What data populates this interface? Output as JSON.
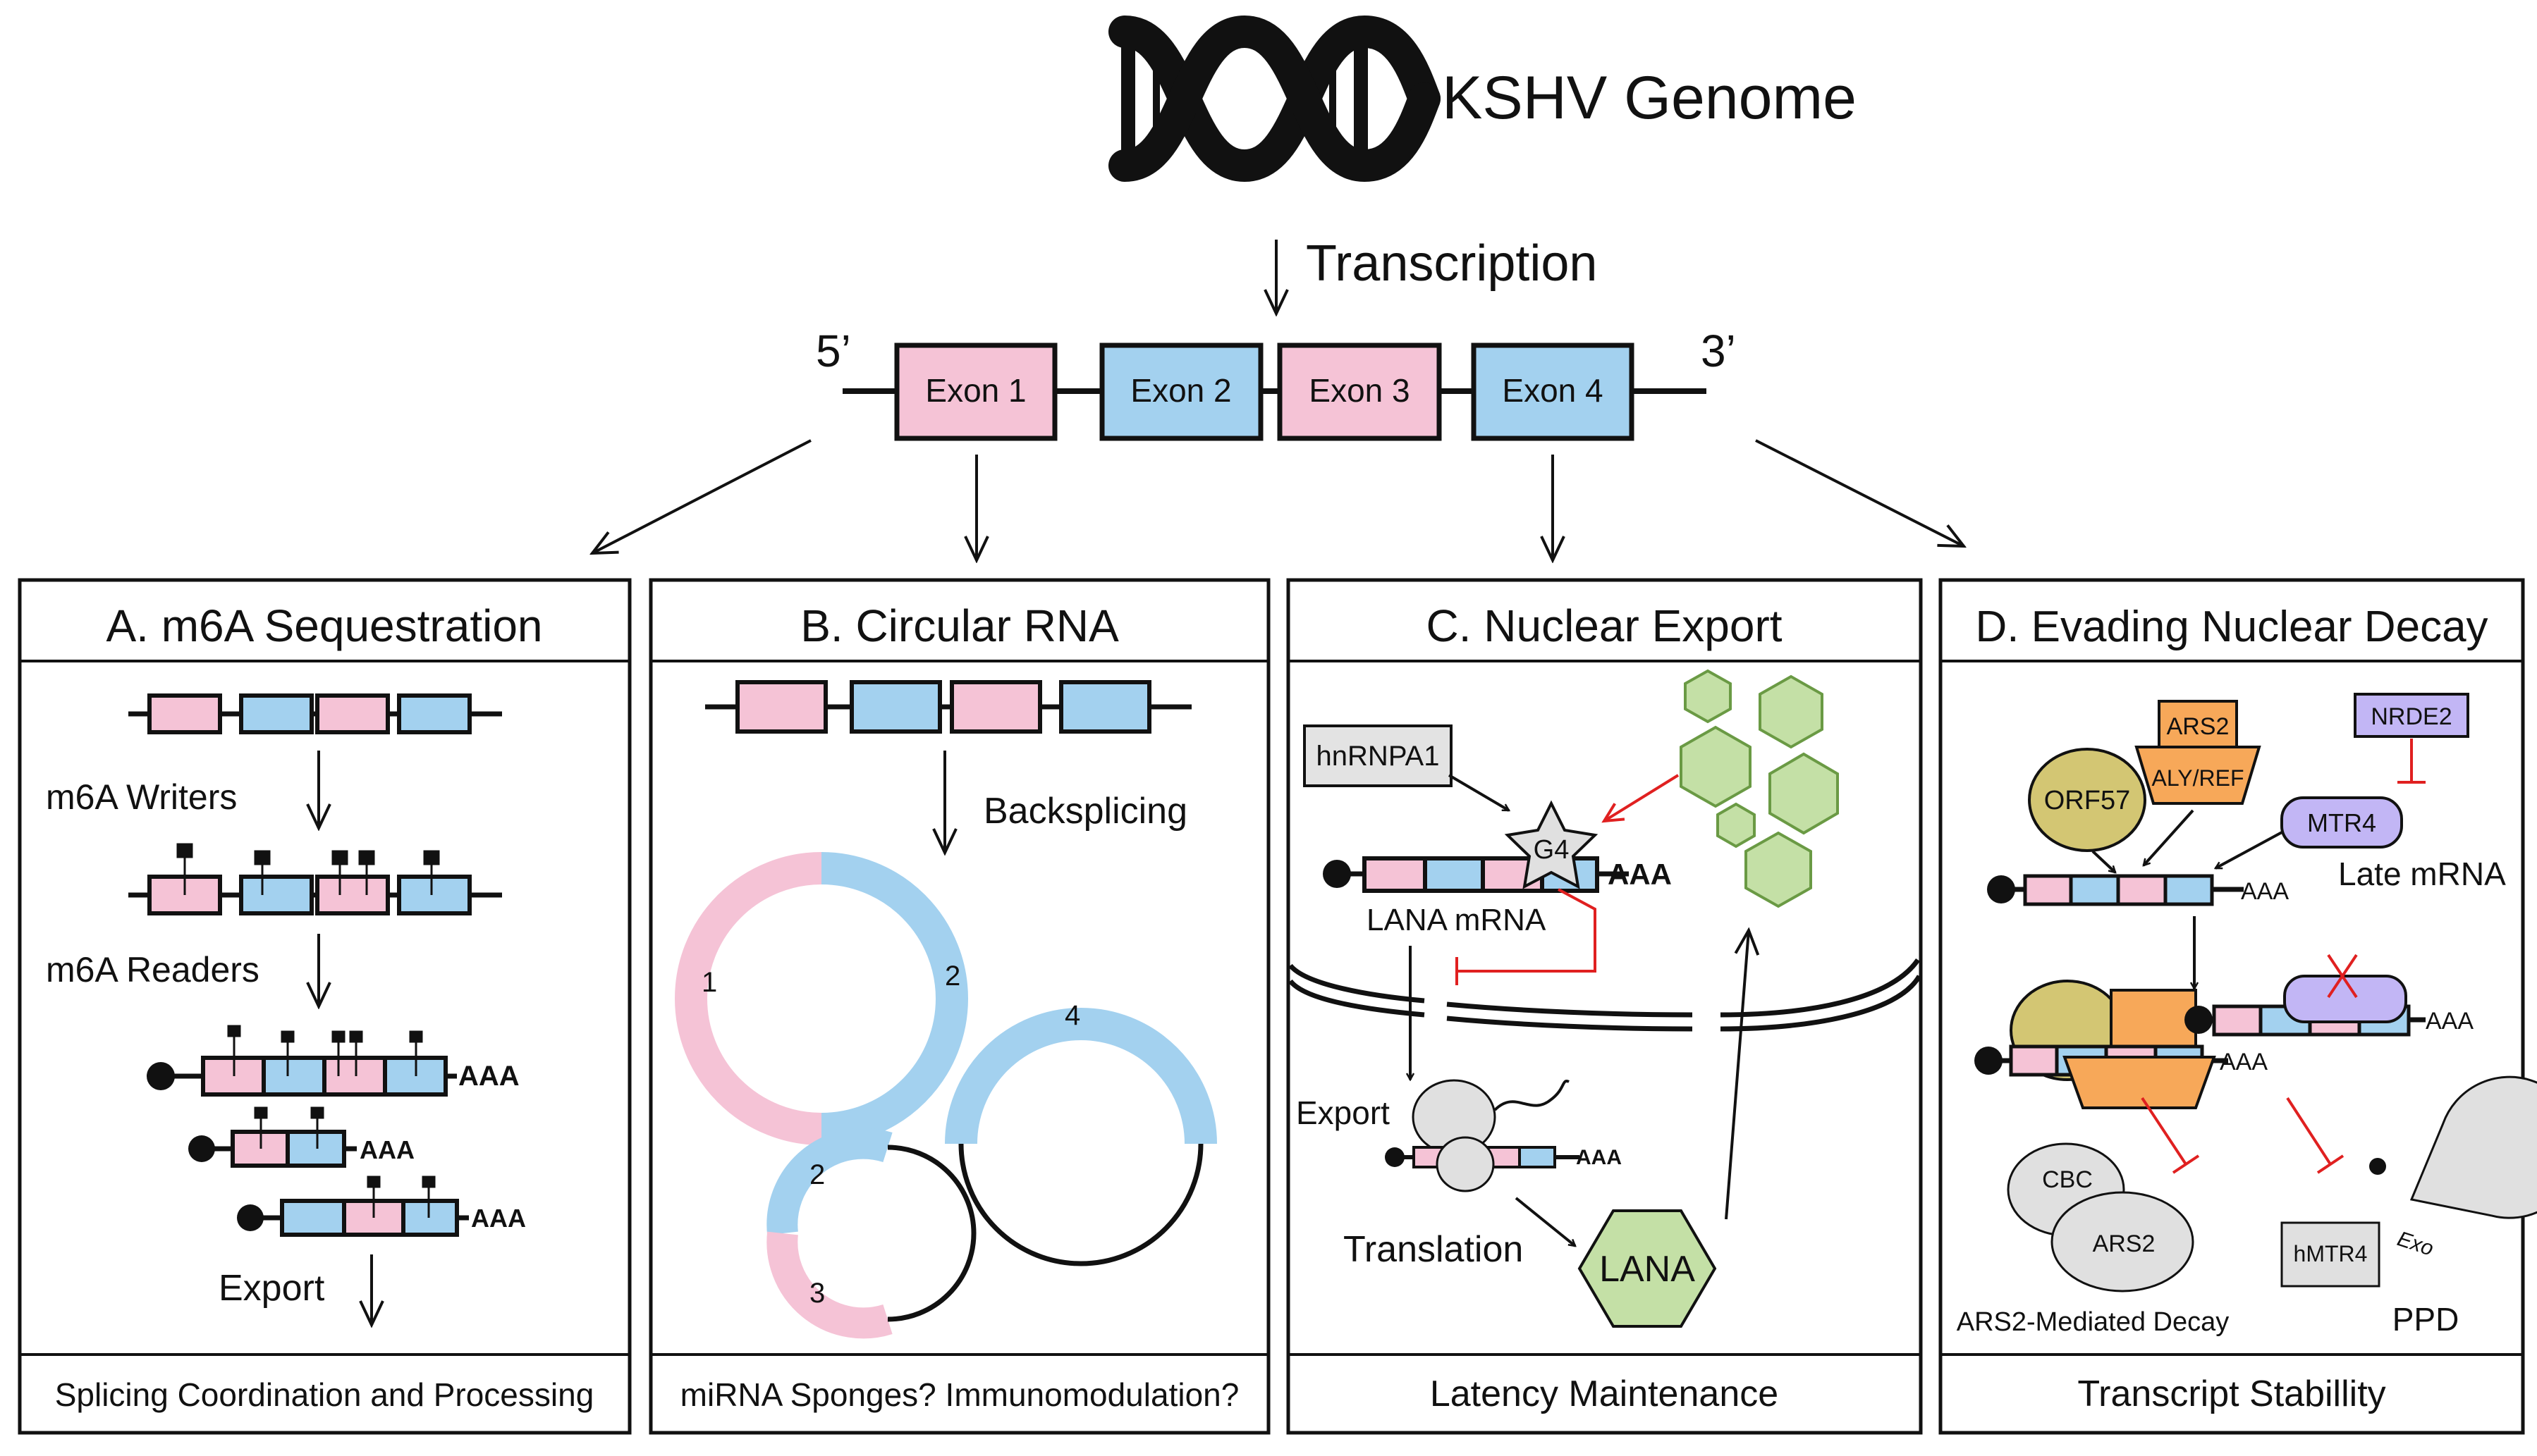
{
  "colors": {
    "pink": "#f5c3d6",
    "blue": "#a3d1ef",
    "green": "#c4e0a6",
    "green_stroke": "#6a9a44",
    "gray": "#e0e0e0",
    "orange": "#f7a859",
    "olive": "#d3c673",
    "purple": "#c2b6f5",
    "red": "#e02020",
    "ink": "#111111"
  },
  "header": {
    "genome_label": "KSHV Genome",
    "transcription_label": "Transcription",
    "five_prime": "5’",
    "three_prime": "3’",
    "exons": [
      "Exon 1",
      "Exon 2",
      "Exon 3",
      "Exon 4"
    ]
  },
  "panels": [
    {
      "title": "A. m6A Sequestration",
      "footer": "Splicing Coordination and Processing",
      "labels": {
        "writers": "m6A Writers",
        "readers": "m6A Readers",
        "export": "Export",
        "polya": "AAA"
      }
    },
    {
      "title": "B. Circular RNA",
      "footer": "miRNA Sponges? Immunomodulation?",
      "labels": {
        "backsplicing": "Backsplicing",
        "n1": "1",
        "n2": "2",
        "n3": "3",
        "n4": "4"
      }
    },
    {
      "title": "C. Nuclear Export",
      "footer": "Latency Maintenance",
      "labels": {
        "hnrnpa1": "hnRNPA1",
        "g4": "G4",
        "lana_mrna": "LANA mRNA",
        "export": "Export",
        "translation": "Translation",
        "lana": "LANA",
        "polya": "AAA"
      }
    },
    {
      "title": "D. Evading Nuclear Decay",
      "footer": "Transcript Stabillity",
      "labels": {
        "ars2": "ARS2",
        "aly_ref": "ALY/REF",
        "nrde2": "NRDE2",
        "orf57": "ORF57",
        "mtr4": "MTR4",
        "late_mrna": "Late mRNA",
        "cbc": "CBC",
        "ars2_decay_ars2": "ARS2",
        "ars2_decay": "ARS2-Mediated Decay",
        "hmtr4": "hMTR4",
        "exo": "Exo",
        "ppd": "PPD",
        "polya": "AAA"
      }
    }
  ]
}
